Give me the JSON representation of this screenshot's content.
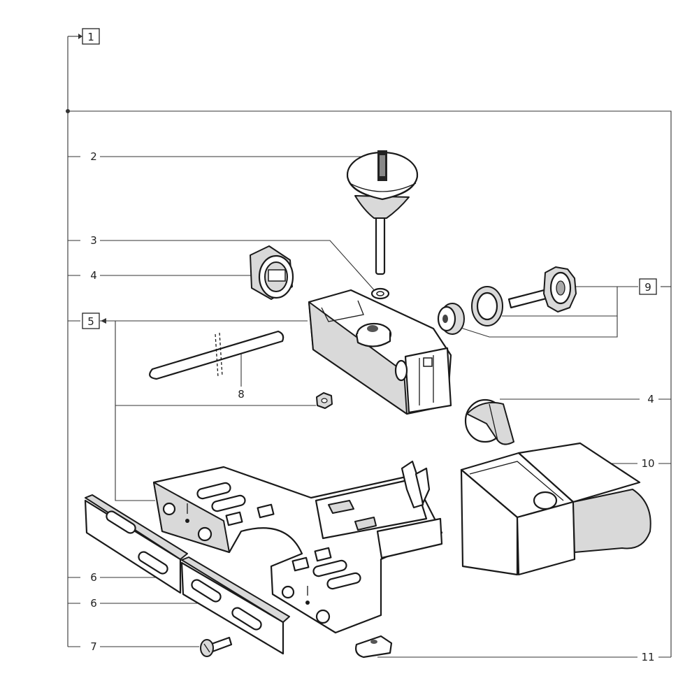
{
  "callouts": {
    "c1": "1",
    "c2": "2",
    "c3": "3",
    "c4a": "4",
    "c4b": "4",
    "c5": "5",
    "c6a": "6",
    "c6b": "6",
    "c7": "7",
    "c8": "8",
    "c9": "9",
    "c10": "10",
    "c11": "11"
  }
}
